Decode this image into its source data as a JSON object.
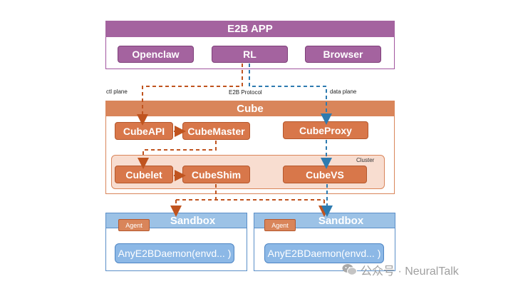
{
  "app": {
    "title": "E2B APP",
    "buttons": [
      "Openclaw",
      "RL",
      "Browser"
    ]
  },
  "cube": {
    "title": "Cube",
    "api": "CubeAPI",
    "master": "CubeMaster",
    "proxy": "CubeProxy",
    "cubelet": "Cubelet",
    "shim": "CubeShim",
    "vs": "CubeVS",
    "cluster_label": "Cluster"
  },
  "labels": {
    "ctl_plane": "ctl plane",
    "protocol": "E2B Protocol",
    "data_plane": "data plane"
  },
  "sandboxes": [
    {
      "title": "Sandbox",
      "agent": "Agent",
      "daemon": "AnyE2BDaemon(envd... )"
    },
    {
      "title": "Sandbox",
      "agent": "Agent",
      "daemon": "AnyE2BDaemon(envd... )"
    }
  ],
  "watermark": "公众号 · NeuralTalk",
  "colors": {
    "app_purple": "#a4639f",
    "cube_orange": "#d9855a",
    "cluster_fill": "#f8ddd0",
    "sandbox_blue": "#9cc2e6",
    "daemon_blue": "#8cb8e6",
    "ctl_arrow": "#c0541f",
    "data_arrow": "#2e7bb0"
  }
}
